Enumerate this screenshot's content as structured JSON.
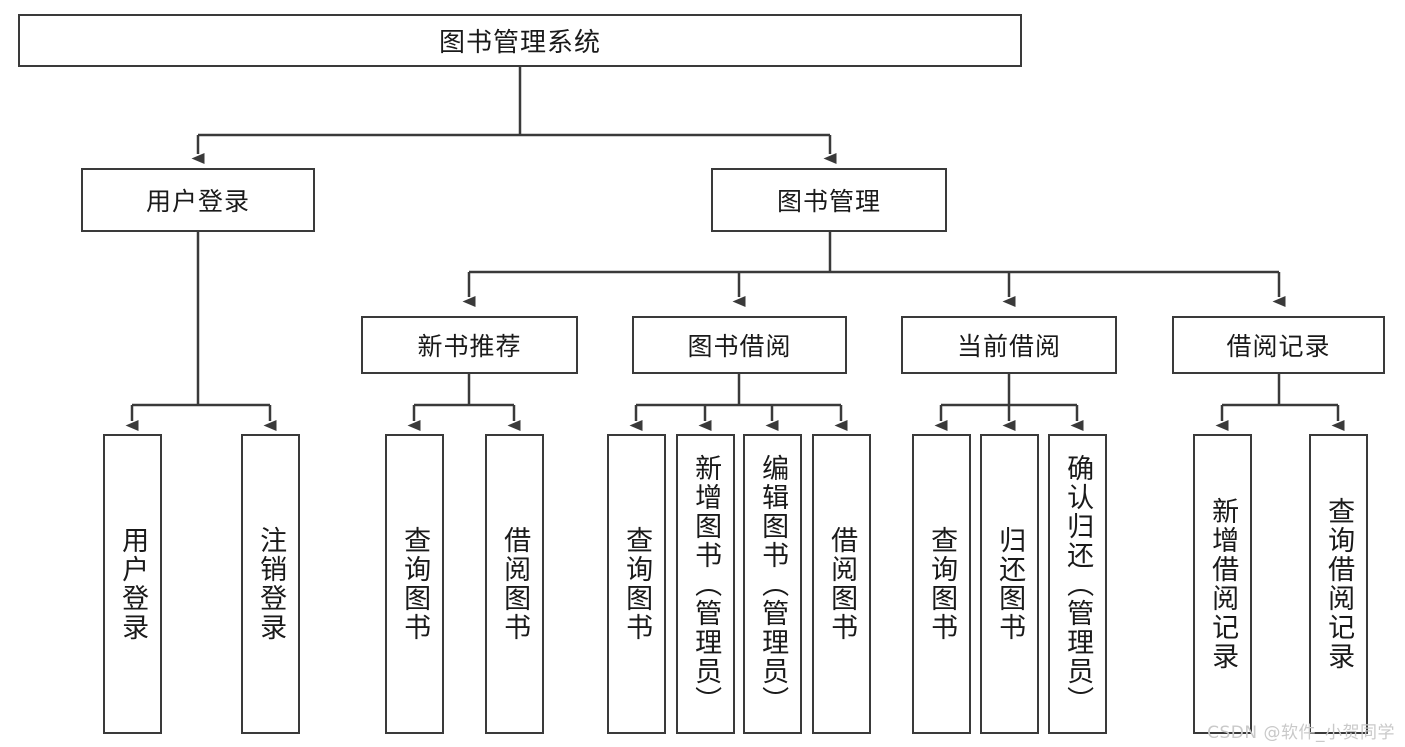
{
  "diagram": {
    "title": "图书管理系统",
    "type": "tree-hierarchy-diagram",
    "colors": {
      "stroke": "#3a3a3a",
      "fill": "#ffffff",
      "text": "#1a1a1a",
      "watermark": "#c9c9c9"
    },
    "root": {
      "label": "图书管理系统"
    },
    "level2": [
      {
        "label": "用户登录"
      },
      {
        "label": "图书管理"
      }
    ],
    "level3": [
      {
        "label": "新书推荐"
      },
      {
        "label": "图书借阅"
      },
      {
        "label": "当前借阅"
      },
      {
        "label": "借阅记录"
      }
    ],
    "leaves": {
      "user_login": [
        {
          "label": "用户登录"
        },
        {
          "label": "注销登录"
        }
      ],
      "new_book_recommend": [
        {
          "label": "查询图书"
        },
        {
          "label": "借阅图书"
        }
      ],
      "book_borrow": [
        {
          "label": "查询图书"
        },
        {
          "label": "新增图书（管理员）"
        },
        {
          "label": "编辑图书（管理员）"
        },
        {
          "label": "借阅图书"
        }
      ],
      "current_borrow": [
        {
          "label": "查询图书"
        },
        {
          "label": "归还图书"
        },
        {
          "label": "确认归还（管理员）"
        }
      ],
      "borrow_record": [
        {
          "label": "新增借阅记录"
        },
        {
          "label": "查询借阅记录"
        }
      ]
    },
    "watermark": "CSDN @软件_小贺同学"
  }
}
